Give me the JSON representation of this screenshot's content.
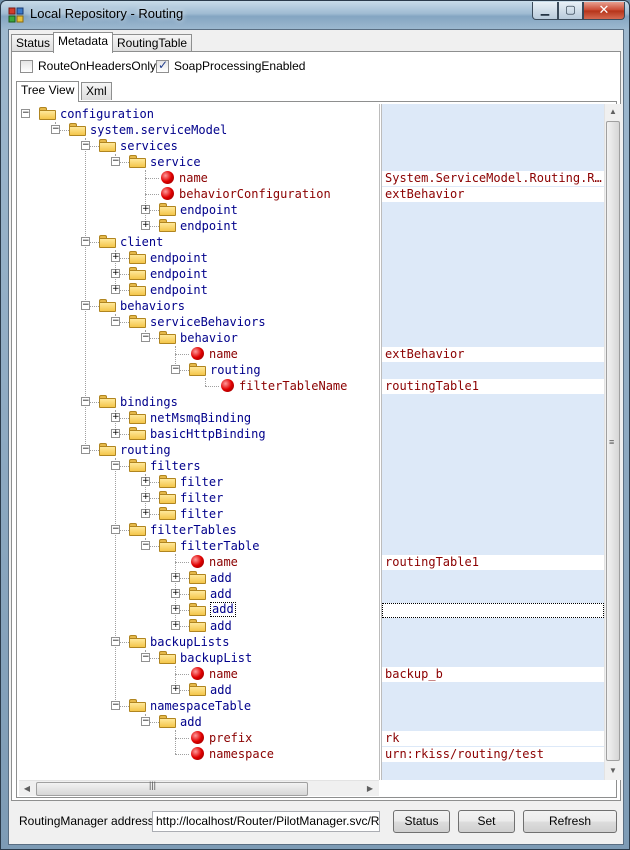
{
  "window": {
    "title": "Local Repository - Routing",
    "controls": {
      "minimize": "▁",
      "maximize": "▢",
      "close": "✕"
    }
  },
  "main_tabs": [
    "Status",
    "Metadata",
    "RoutingTable"
  ],
  "active_main_tab": "Metadata",
  "options": {
    "route_on_headers_only": {
      "label": "RouteOnHeadersOnly",
      "checked": false
    },
    "soap_processing_enabled": {
      "label": "SoapProcessingEnabled",
      "checked": true
    }
  },
  "view_tabs": [
    "Tree View",
    "Xml"
  ],
  "active_view_tab": "Tree View",
  "tree": [
    {
      "label": "configuration",
      "type": "folder",
      "depth": 0,
      "expander": "−",
      "value": ""
    },
    {
      "label": "system.serviceModel",
      "type": "folder",
      "depth": 1,
      "expander": "−",
      "value": ""
    },
    {
      "label": "services",
      "type": "folder",
      "depth": 2,
      "expander": "−",
      "value": ""
    },
    {
      "label": "service",
      "type": "folder",
      "depth": 3,
      "expander": "−",
      "value": ""
    },
    {
      "label": "name",
      "type": "attr",
      "depth": 4,
      "expander": "",
      "value": "System.ServiceModel.Routing.RoutingService"
    },
    {
      "label": "behaviorConfiguration",
      "type": "attr",
      "depth": 4,
      "expander": "",
      "value": "extBehavior"
    },
    {
      "label": "endpoint",
      "type": "folder",
      "depth": 4,
      "expander": "+",
      "value": ""
    },
    {
      "label": "endpoint",
      "type": "folder",
      "depth": 4,
      "expander": "+",
      "value": ""
    },
    {
      "label": "client",
      "type": "folder",
      "depth": 2,
      "expander": "−",
      "value": ""
    },
    {
      "label": "endpoint",
      "type": "folder",
      "depth": 3,
      "expander": "+",
      "value": ""
    },
    {
      "label": "endpoint",
      "type": "folder",
      "depth": 3,
      "expander": "+",
      "value": ""
    },
    {
      "label": "endpoint",
      "type": "folder",
      "depth": 3,
      "expander": "+",
      "value": ""
    },
    {
      "label": "behaviors",
      "type": "folder",
      "depth": 2,
      "expander": "−",
      "value": ""
    },
    {
      "label": "serviceBehaviors",
      "type": "folder",
      "depth": 3,
      "expander": "−",
      "value": ""
    },
    {
      "label": "behavior",
      "type": "folder",
      "depth": 4,
      "expander": "−",
      "value": ""
    },
    {
      "label": "name",
      "type": "attr",
      "depth": 5,
      "expander": "",
      "value": "extBehavior"
    },
    {
      "label": "routing",
      "type": "folder",
      "depth": 5,
      "expander": "−",
      "value": ""
    },
    {
      "label": "filterTableName",
      "type": "attr",
      "depth": 6,
      "expander": "",
      "value": "routingTable1"
    },
    {
      "label": "bindings",
      "type": "folder",
      "depth": 2,
      "expander": "−",
      "value": ""
    },
    {
      "label": "netMsmqBinding",
      "type": "folder",
      "depth": 3,
      "expander": "+",
      "value": ""
    },
    {
      "label": "basicHttpBinding",
      "type": "folder",
      "depth": 3,
      "expander": "+",
      "value": ""
    },
    {
      "label": "routing",
      "type": "folder",
      "depth": 2,
      "expander": "−",
      "value": ""
    },
    {
      "label": "filters",
      "type": "folder",
      "depth": 3,
      "expander": "−",
      "value": ""
    },
    {
      "label": "filter",
      "type": "folder",
      "depth": 4,
      "expander": "+",
      "value": ""
    },
    {
      "label": "filter",
      "type": "folder",
      "depth": 4,
      "expander": "+",
      "value": ""
    },
    {
      "label": "filter",
      "type": "folder",
      "depth": 4,
      "expander": "+",
      "value": ""
    },
    {
      "label": "filterTables",
      "type": "folder",
      "depth": 3,
      "expander": "−",
      "value": ""
    },
    {
      "label": "filterTable",
      "type": "folder",
      "depth": 4,
      "expander": "−",
      "value": ""
    },
    {
      "label": "name",
      "type": "attr",
      "depth": 5,
      "expander": "",
      "value": "routingTable1"
    },
    {
      "label": "add",
      "type": "folder",
      "depth": 5,
      "expander": "+",
      "value": ""
    },
    {
      "label": "add",
      "type": "folder",
      "depth": 5,
      "expander": "+",
      "value": ""
    },
    {
      "label": "add",
      "type": "folder",
      "depth": 5,
      "expander": "+",
      "value": "",
      "focused": true
    },
    {
      "label": "add",
      "type": "folder",
      "depth": 5,
      "expander": "+",
      "value": ""
    },
    {
      "label": "backupLists",
      "type": "folder",
      "depth": 3,
      "expander": "−",
      "value": ""
    },
    {
      "label": "backupList",
      "type": "folder",
      "depth": 4,
      "expander": "−",
      "value": ""
    },
    {
      "label": "name",
      "type": "attr",
      "depth": 5,
      "expander": "",
      "value": "backup_b"
    },
    {
      "label": "add",
      "type": "folder",
      "depth": 5,
      "expander": "+",
      "value": ""
    },
    {
      "label": "namespaceTable",
      "type": "folder",
      "depth": 3,
      "expander": "−",
      "value": ""
    },
    {
      "label": "add",
      "type": "folder",
      "depth": 4,
      "expander": "−",
      "value": ""
    },
    {
      "label": "prefix",
      "type": "attr",
      "depth": 5,
      "expander": "",
      "value": "rk"
    },
    {
      "label": "namespace",
      "type": "attr",
      "depth": 5,
      "expander": "",
      "value": "urn:rkiss/routing/test"
    }
  ],
  "bottom": {
    "address_label": "RoutingManager address:",
    "address_value": "http://localhost/Router/PilotManager.svc/RM",
    "status_button": "Status",
    "set_button": "Set",
    "refresh_button": "Refresh"
  }
}
